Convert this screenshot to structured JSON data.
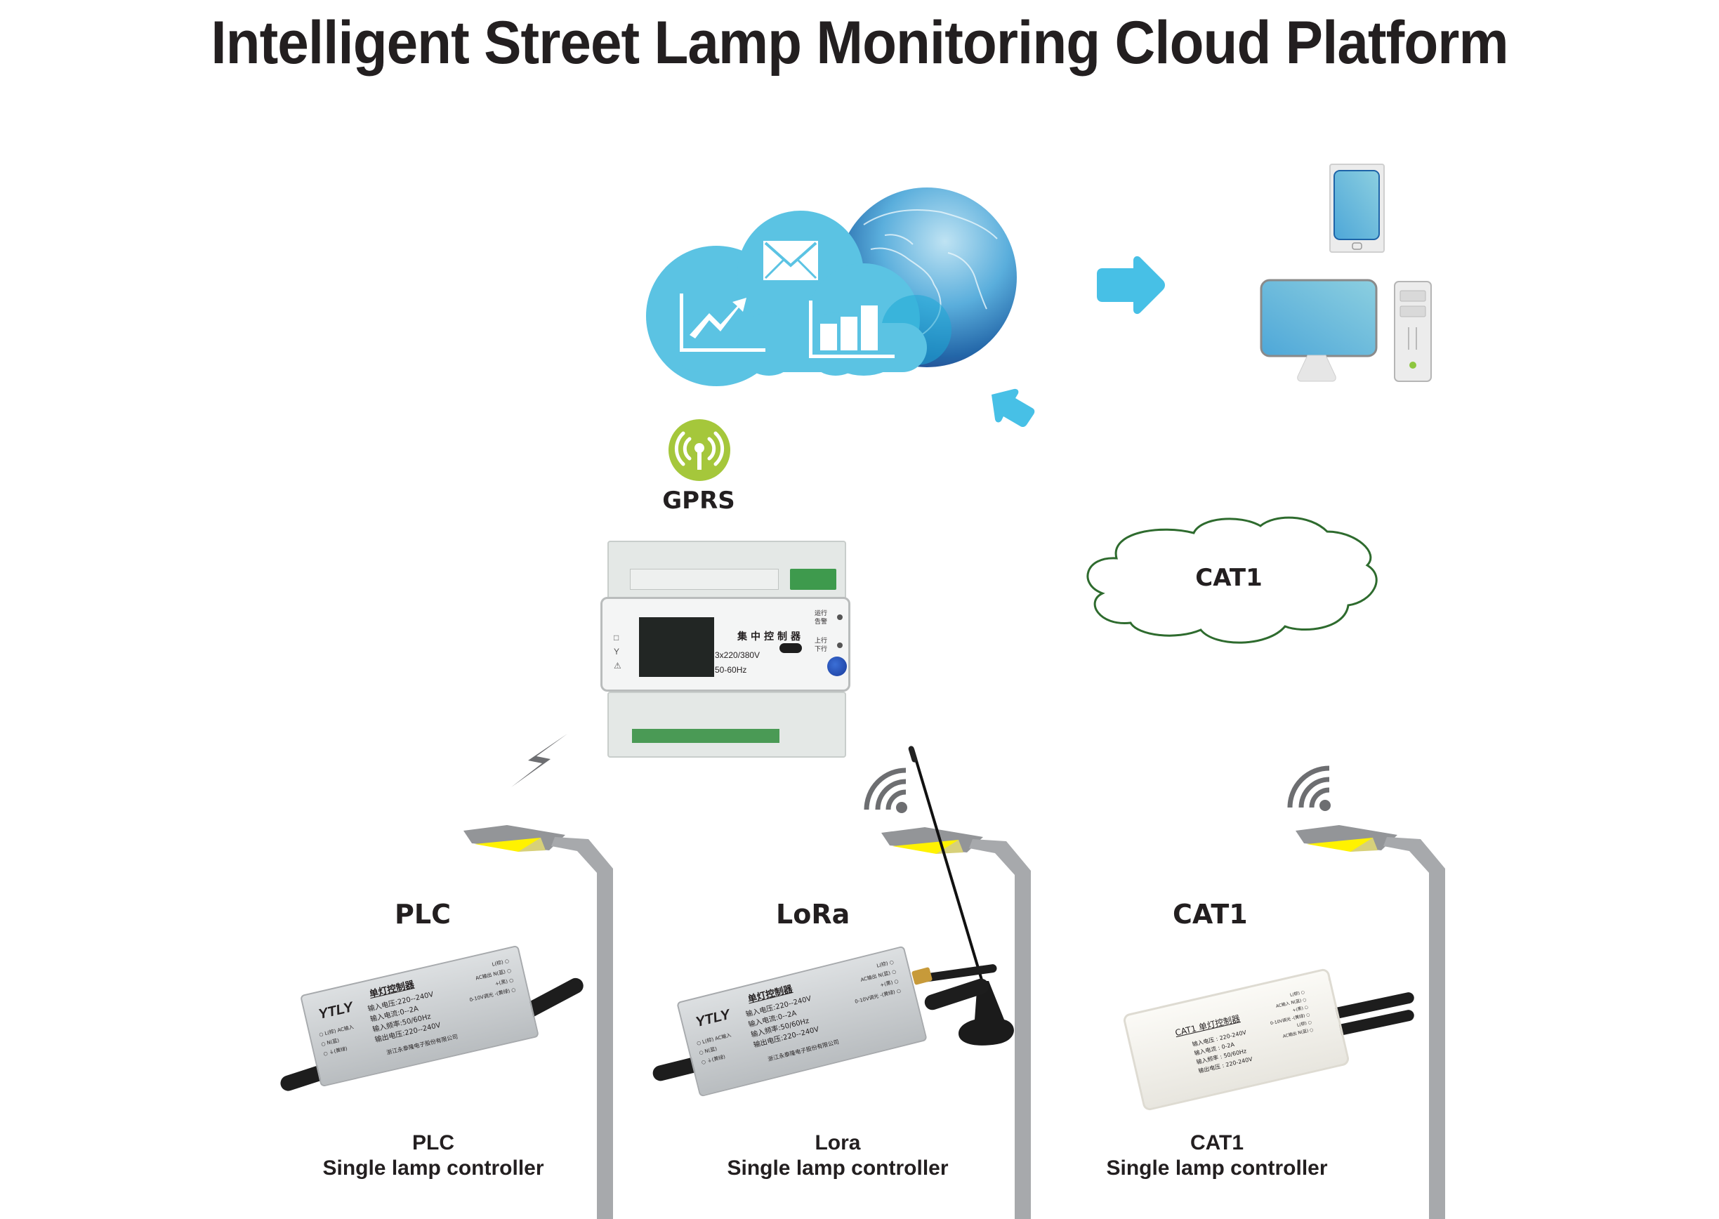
{
  "title": "Intelligent Street Lamp Monitoring Cloud Platform",
  "cloud_platform": {
    "icons": [
      "line-chart-trend-up-icon",
      "envelope-icon",
      "bar-chart-icon",
      "globe-icon"
    ],
    "colors": {
      "cloud": "#5bc3e3",
      "globe_dark": "#1f4f93",
      "globe_light": "#7fc5e6",
      "arrow": "#47c0e6"
    }
  },
  "client_devices": [
    "tablet",
    "desktop-monitor",
    "pc-tower"
  ],
  "gateway": {
    "link_label": "GPRS",
    "link_icon": "antenna-signal-icon",
    "link_icon_color": "#a5c73b",
    "device": {
      "name": "集中控制器",
      "voltage": "3x220/380V",
      "frequency": "50-60Hz",
      "led_labels": [
        [
          "运行",
          "告警"
        ],
        [
          "上行",
          "下行"
        ]
      ]
    }
  },
  "cat1_network": {
    "label": "CAT1",
    "outline_color": "#2e6b2e"
  },
  "controllers": [
    {
      "protocol_label": "PLC",
      "caption_line1": "PLC",
      "caption_line2": "Single lamp controller",
      "link_icon": "lightning-icon",
      "brand": "YTLY",
      "name": "单灯控制器",
      "specs": [
        "输入电压:220--240V",
        "输入电流:0--2A",
        "输入频率:50/60Hz",
        "输出电压:220--240V"
      ],
      "company": "浙江永泰隆电子股份有限公司",
      "left_terminals": [
        "L(棕)",
        "N(蓝)",
        "⏚(黄绿)"
      ],
      "left_group": "AC输入",
      "right_terminals": [
        "L(棕)",
        "N(蓝)",
        "+(黑)",
        "-(黄绿)"
      ],
      "right_groups": [
        "AC输出",
        "0-10V调光"
      ]
    },
    {
      "protocol_label": "LoRa",
      "caption_line1": "Lora",
      "caption_line2": "Single lamp controller",
      "link_icon": "wifi-signal-icon",
      "brand": "YTLY",
      "name": "单灯控制器",
      "specs": [
        "输入电压:220--240V",
        "输入电流:0--2A",
        "输入频率:50/60Hz",
        "输出电压:220--240V"
      ],
      "company": "浙江永泰隆电子股份有限公司",
      "left_terminals": [
        "L(棕)",
        "N(蓝)",
        "⏚(黄绿)"
      ],
      "left_group": "AC输入",
      "right_terminals": [
        "L(棕)",
        "N(蓝)",
        "+(黑)",
        "-(黄绿)"
      ],
      "right_groups": [
        "AC输出",
        "0-10V调光"
      ]
    },
    {
      "protocol_label": "CAT1",
      "caption_line1": "CAT1",
      "caption_line2": "Single lamp controller",
      "link_icon": "wifi-signal-icon",
      "name": "CAT1 单灯控制器",
      "specs": [
        "输入电压 : 220-240V",
        "输入电流 : 0-2A",
        "输入频率 : 50/60Hz",
        "输出电压 : 220-240V"
      ],
      "right_terminals": [
        "L(棕)",
        "N(蓝)",
        "+(黑)",
        "-(黄绿)",
        "L(棕)",
        "N(蓝)"
      ],
      "right_groups": [
        "AC输入",
        "0-10V调光",
        "AC输出"
      ]
    }
  ],
  "lamp_colors": {
    "pole": "#a7a9ac",
    "head": "#939598",
    "light": "#fff200",
    "light_soft": "#d7d07a"
  }
}
